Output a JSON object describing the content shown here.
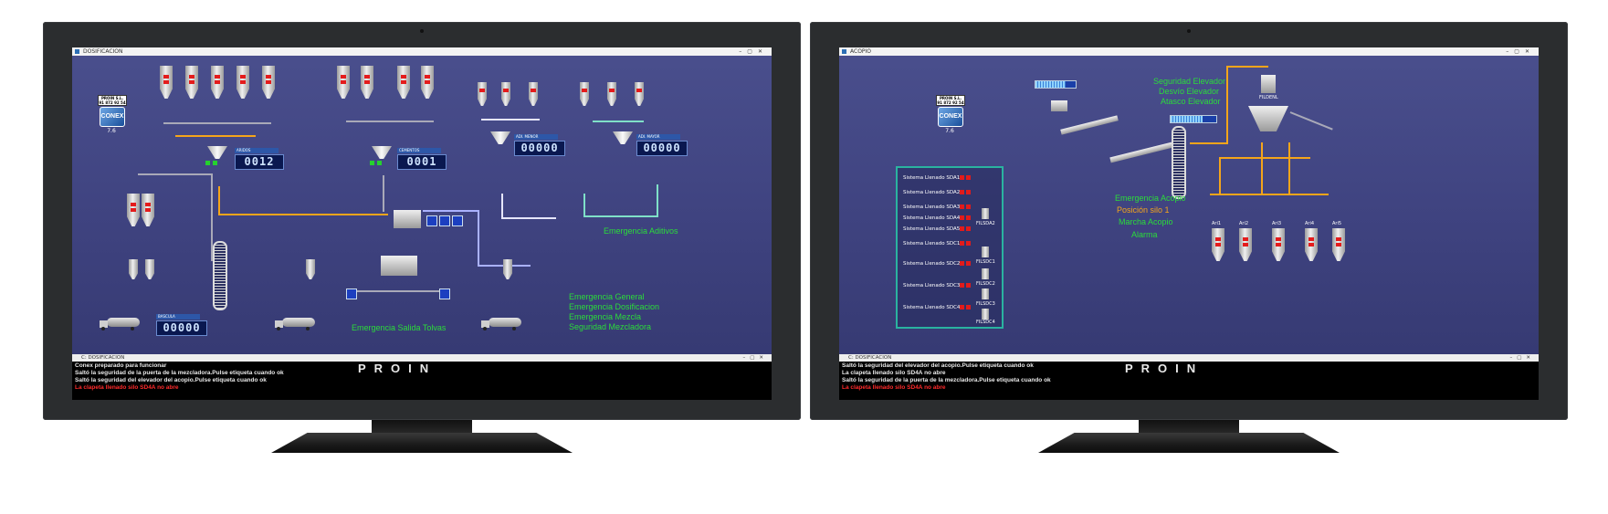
{
  "brand": "PROIN",
  "left": {
    "window_title": "DOSIFICACION",
    "logo_version": "7.6",
    "logo_top": "PROIN S.L.\n91 872 92 54",
    "logo_name": "CONEX",
    "aridos_label": "ARIDOS",
    "aridos_value": "0012",
    "cementos_label": "CEMENTOS",
    "cementos_value": "0001",
    "ad_menor_label": "ADI. MENOR",
    "ad_menor_value": "00000",
    "ad_mayor_label": "ADI. MAYOR",
    "ad_mayor_value": "00000",
    "agua_label": "BASCULA",
    "agua_value": "00000",
    "status_aditivos": "Emergencia Aditivos",
    "status_tolvas": "Emergencia Salida Tolvas",
    "status_list": [
      "Emergencia General",
      "Emergencia Dosificacion",
      "Emergencia Mezcla",
      "Seguridad Mezcladora"
    ],
    "console_title": "C: DOSIFICACION",
    "console_lines": [
      "Conex preparado para funcionar",
      "Saltó la seguridad de la puerta de la mezcladora.Pulse etiqueta cuando ok",
      "Saltó la seguridad del elevador del acopio.Pulse etiqueta cuando ok"
    ],
    "console_error": "La clapeta llenado silo SD4A no abre"
  },
  "right": {
    "window_title": "ACOPIO",
    "logo_version": "7.6",
    "logo_top": "PROIN S.L.\n91 872 92 54",
    "logo_name": "CONEX",
    "status_top": [
      "Seguridad Elevador",
      "Desvío Elevador",
      "Atasco Elevador"
    ],
    "status_bottom": [
      {
        "text": "Emergencia Acopio",
        "color": "#2bdc3a"
      },
      {
        "text": "Posición silo 1",
        "color": "#f5a51a"
      },
      {
        "text": "Marcha Acopio",
        "color": "#2bdc3a"
      },
      {
        "text": "Alarma",
        "color": "#2bdc3a"
      }
    ],
    "systems": [
      "Sistema Llenado SDA1",
      "Sistema Llenado SDA2",
      "Sistema Llenado SDA3",
      "Sistema Llenado SDA4",
      "Sistema Llenado SDA5",
      "Sistema Llenado SDC1",
      "Sistema Llenado SDC2",
      "Sistema Llenado SDC3",
      "Sistema Llenado SDC4"
    ],
    "filtros": [
      "FILSDA2",
      "FILSDC1",
      "FILSDC2",
      "FILSDC3",
      "FILSDC4"
    ],
    "filtro_elev": "FILDENL",
    "console_title": "C: DOSIFICACION",
    "console_lines": [
      "Saltó la seguridad del elevador del acopio.Pulse etiqueta cuando ok",
      "La clapeta llenado silo SD4A no abre",
      "Saltó la seguridad de la puerta de la mezcladora.Pulse etiqueta cuando ok"
    ],
    "console_error": "La clapeta llenado silo SD4A no abre",
    "silos": [
      "Ari1",
      "Ari2",
      "Ari3",
      "Ari4",
      "Ari5"
    ]
  }
}
